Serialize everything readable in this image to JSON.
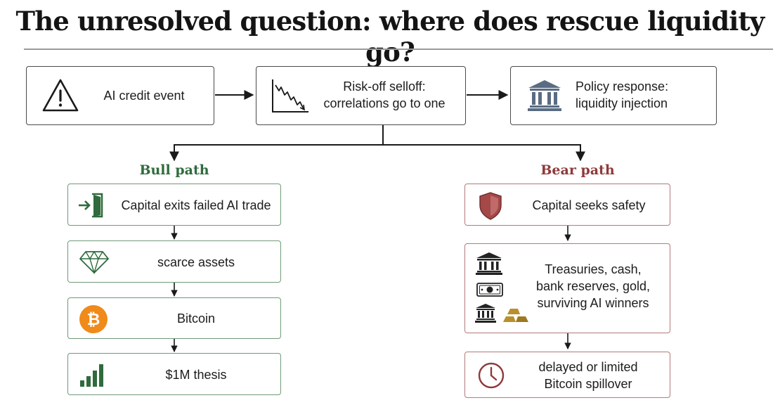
{
  "title": "The unresolved question: where does rescue liquidity go?",
  "top_flow": [
    {
      "label": "AI credit event",
      "icon": "warning-triangle-icon"
    },
    {
      "label": "Risk-off selloff: correlations go to one",
      "icon": "declining-chart-icon"
    },
    {
      "label": "Policy response: liquidity injection",
      "icon": "bank-building-icon"
    }
  ],
  "bull": {
    "title": "Bull path",
    "steps": [
      {
        "label": "Capital exits failed AI trade",
        "icon": "exit-door-icon"
      },
      {
        "label": "scarce assets",
        "icon": "diamond-icon"
      },
      {
        "label": "Bitcoin",
        "icon": "bitcoin-icon"
      },
      {
        "label": "$1M thesis",
        "icon": "rising-bars-icon"
      }
    ]
  },
  "bear": {
    "title": "Bear path",
    "steps": [
      {
        "label": "Capital seeks safety",
        "icon": "shield-icon"
      },
      {
        "label": "Treasuries, cash, bank reserves, gold, surviving AI winners",
        "icon": "safe-assets-icons"
      },
      {
        "label": "delayed or limited Bitcoin spillover",
        "icon": "clock-icon"
      }
    ]
  },
  "colors": {
    "bull_accent": "#2f6b3c",
    "bear_accent": "#8e3a3a",
    "bitcoin_orange": "#f08a1a",
    "gold": "#b8902c"
  }
}
